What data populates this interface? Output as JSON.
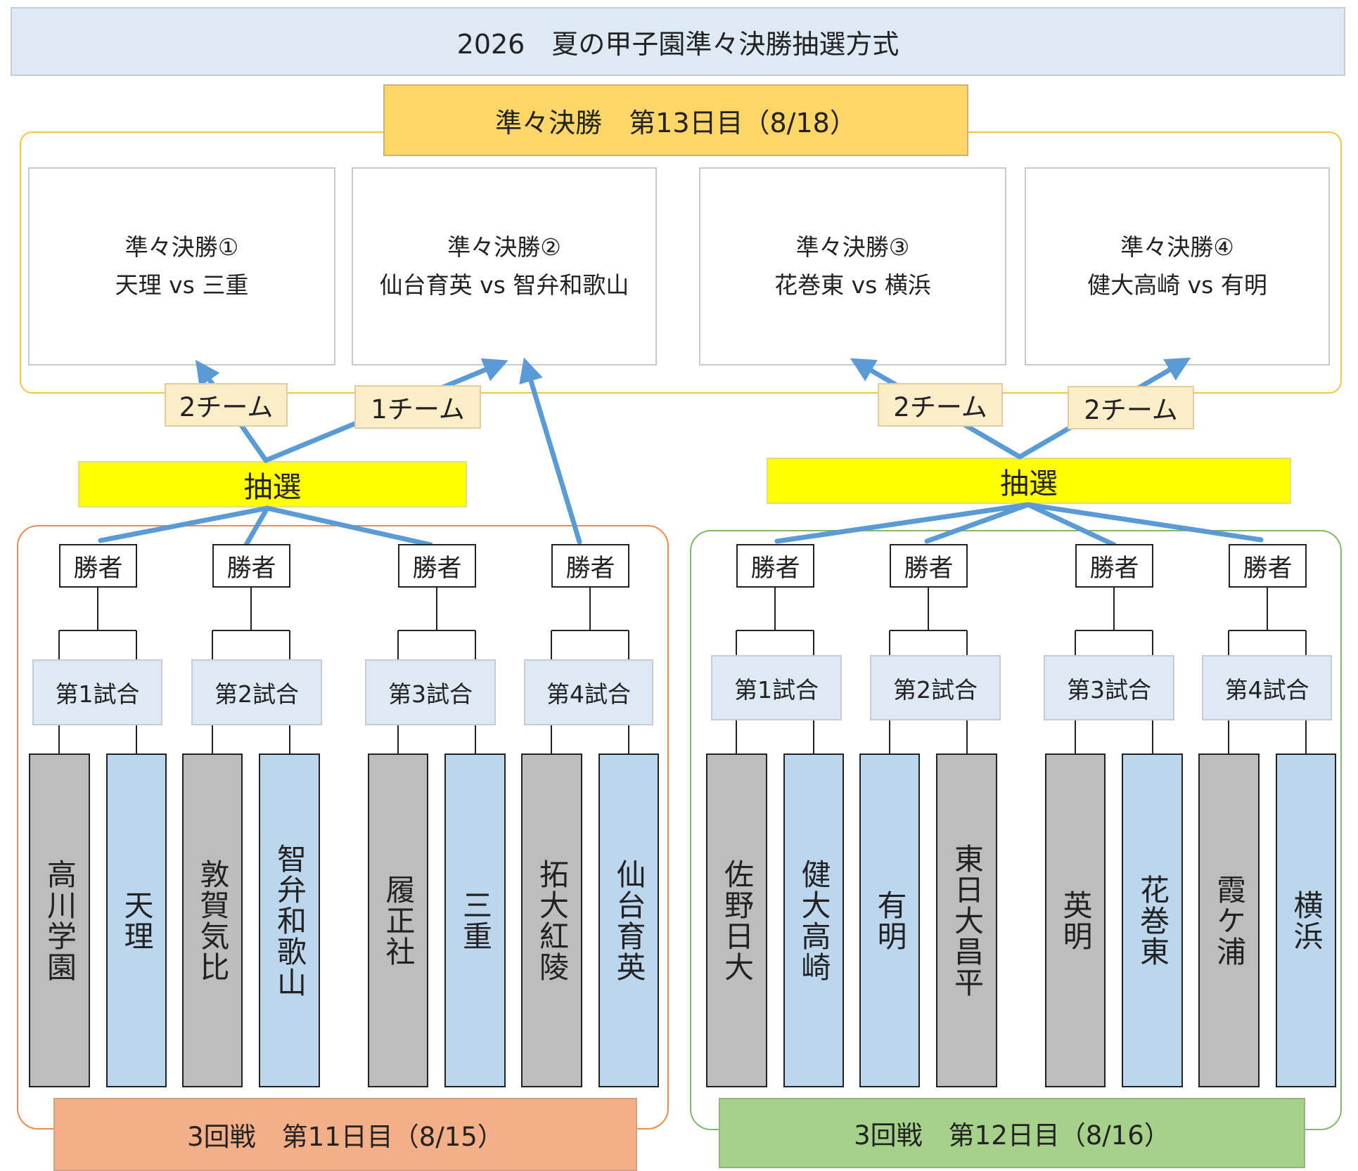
{
  "title": "2026　夏の甲子園準々決勝抽選方式",
  "qf_header": "準々決勝　第13日目（8/18）",
  "quarterfinals": [
    {
      "name": "準々決勝①",
      "matchup": "天理 vs 三重"
    },
    {
      "name": "準々決勝②",
      "matchup": "仙台育英 vs 智弁和歌山"
    },
    {
      "name": "準々決勝③",
      "matchup": "花巻東 vs 横浜"
    },
    {
      "name": "準々決勝④",
      "matchup": "健大高崎 vs 有明"
    }
  ],
  "team_counts": [
    "2チーム",
    "1チーム",
    "2チーム",
    "2チーム"
  ],
  "lottery_label": "抽選",
  "winner_label": "勝者",
  "left_group": {
    "round_label": "3回戦　第11日目（8/15）",
    "games": [
      {
        "label": "第1試合",
        "teams": [
          "高川学園",
          "天理"
        ]
      },
      {
        "label": "第2試合",
        "teams": [
          "敦賀気比",
          "智弁和歌山"
        ]
      },
      {
        "label": "第3試合",
        "teams": [
          "履正社",
          "三重"
        ]
      },
      {
        "label": "第4試合",
        "teams": [
          "拓大紅陵",
          "仙台育英"
        ]
      }
    ]
  },
  "right_group": {
    "round_label": "3回戦　第12日目（8/16）",
    "games": [
      {
        "label": "第1試合",
        "teams": [
          "佐野日大",
          "健大高崎"
        ]
      },
      {
        "label": "第2試合",
        "teams": [
          "有明",
          "東日大昌平"
        ]
      },
      {
        "label": "第3試合",
        "teams": [
          "英明",
          "花巻東"
        ]
      },
      {
        "label": "第4試合",
        "teams": [
          "霞ケ浦",
          "横浜"
        ]
      }
    ]
  },
  "colors": {
    "arrow": "#5b9bd5",
    "eliminated_team": "#bdbdbd",
    "advancing_team": "#bcd6ee",
    "lottery": "#ffff00"
  }
}
